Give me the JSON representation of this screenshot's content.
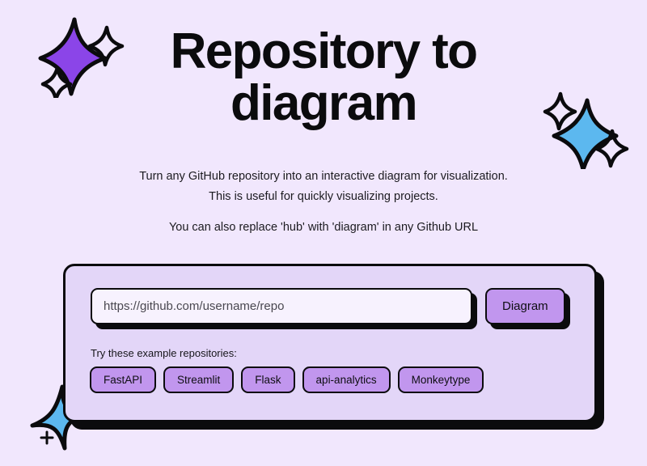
{
  "page": {
    "background_color": "#f1e7fd",
    "card_background_color": "#e3d6f8",
    "accent_purple": "#c196ee",
    "accent_blue": "#5cb8ef",
    "outline_color": "#0b0b0d"
  },
  "hero": {
    "title_line_1": "Repository to",
    "title_line_2": "diagram"
  },
  "subtitle": {
    "line_1": "Turn any GitHub repository into an interactive diagram for visualization.",
    "line_2": "This is useful for quickly visualizing projects.",
    "line_3": "You can also replace 'hub' with 'diagram' in any Github URL"
  },
  "form": {
    "url_placeholder": "https://github.com/username/repo",
    "url_value": "",
    "submit_label": "Diagram"
  },
  "examples": {
    "label": "Try these example repositories:",
    "chips": [
      {
        "label": "FastAPI"
      },
      {
        "label": "Streamlit"
      },
      {
        "label": "Flask"
      },
      {
        "label": "api-analytics"
      },
      {
        "label": "Monkeytype"
      }
    ]
  },
  "decorations": {
    "sparkle_top_left": "sparkle-purple-icon",
    "sparkle_top_right": "sparkle-blue-icon",
    "sparkle_bottom_left": "star-blue-icon"
  }
}
